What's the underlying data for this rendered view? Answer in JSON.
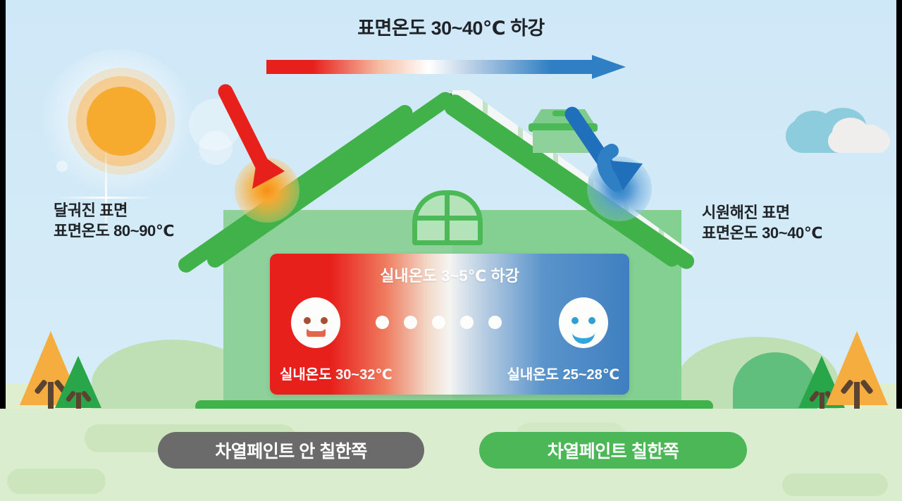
{
  "headline": {
    "surface_temp_drop": "표면온도 30~40℃ 하강"
  },
  "labels": {
    "left_title": "달궈진 표면",
    "left_value": "표면온도 80~90℃",
    "right_title": "시원해진 표면",
    "right_value": "표면온도 30~40℃"
  },
  "panel": {
    "title": "실내온도 3~5℃ 하강",
    "left_value": "실내온도 30~32℃",
    "right_value": "실내온도 25~28℃",
    "dot_count": 5,
    "sad_face_icon": "sad-face-icon",
    "happy_face_icon": "happy-face-icon"
  },
  "legend": {
    "untreated": "차열페인트 안 칠한쪽",
    "treated": "차열페인트 칠한쪽"
  },
  "icons": {
    "sun": "sun-icon",
    "cloud": "cloud-icon",
    "paint_bucket": "paint-bucket-icon",
    "hot_arrow": "red-down-arrow-icon",
    "cool_arrow": "blue-down-arrow-icon",
    "gradient_arrow": "gradient-right-arrow-icon",
    "window": "house-window-icon",
    "tree_orange": "orange-tree-icon",
    "tree_green": "green-tree-icon"
  },
  "colors": {
    "sky": "#d3eaf7",
    "ground": "#dfeecf",
    "bottom_panel": "#dbedcf",
    "house_green": "#84cf92",
    "roof_green": "#41b24a",
    "roof_dark": "#3f4042",
    "roof_light": "#f4f7f5",
    "hot_red": "#e8201c",
    "cool_blue": "#2f7fc4",
    "sun_orange": "#f6aa2e",
    "pill_gray": "#6b6b6b",
    "pill_green": "#4cb757",
    "tree_orange": "#f5ad3f",
    "tree_green": "#2aa64a",
    "trunk_brown": "#5b4331"
  }
}
